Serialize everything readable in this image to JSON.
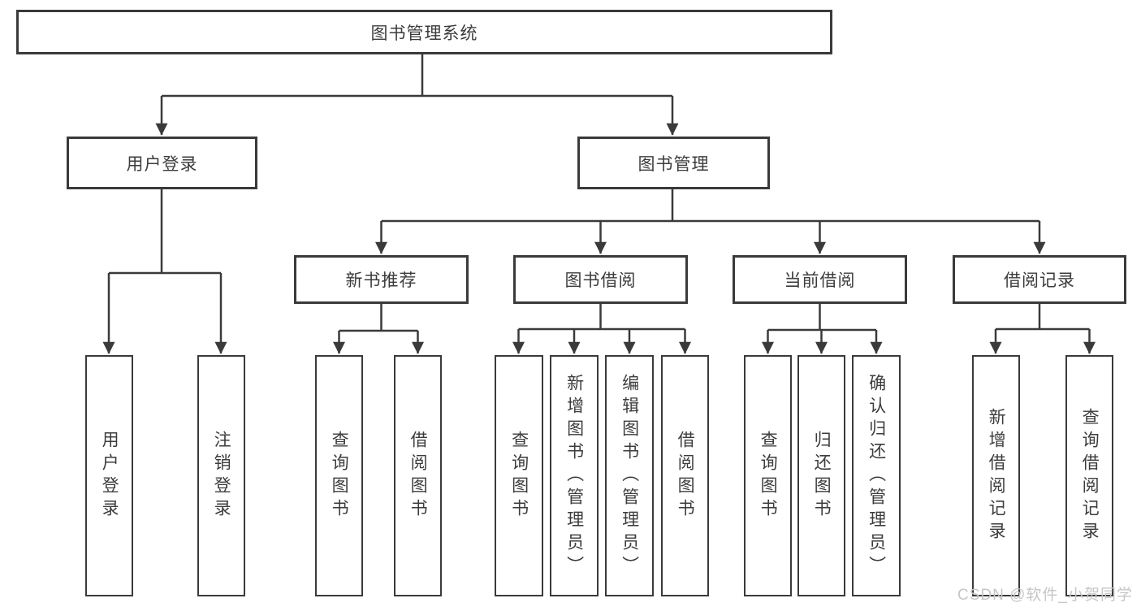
{
  "colors": {
    "line": "#3a3a3a",
    "text": "#3c3c3c",
    "box-bg": "#ffffff",
    "background": "#ffffff",
    "watermark": "#c6c6c6"
  },
  "nodes": {
    "root": "图书管理系统",
    "user_login": "用户登录",
    "book_mgmt": "图书管理",
    "new_book_rec": "新书推荐",
    "book_borrow": "图书借阅",
    "current_borrow": "当前借阅",
    "borrow_records": "借阅记录",
    "ul_user_login": "用户登录",
    "ul_logout": "注销登录",
    "nbr_query_book": "查询图书",
    "nbr_borrow_book": "借阅图书",
    "bb_query_book": "查询图书",
    "bb_add_book": "新增图书（管理员）",
    "bb_edit_book": "编辑图书（管理员）",
    "bb_borrow_book": "借阅图书",
    "cb_query_book": "查询图书",
    "cb_return_book": "归还图书",
    "cb_confirm_return": "确认归还（管理员）",
    "br_add_record": "新增借阅记录",
    "br_query_record": "查询借阅记录"
  },
  "watermark": "CSDN @软件_小贺同学"
}
